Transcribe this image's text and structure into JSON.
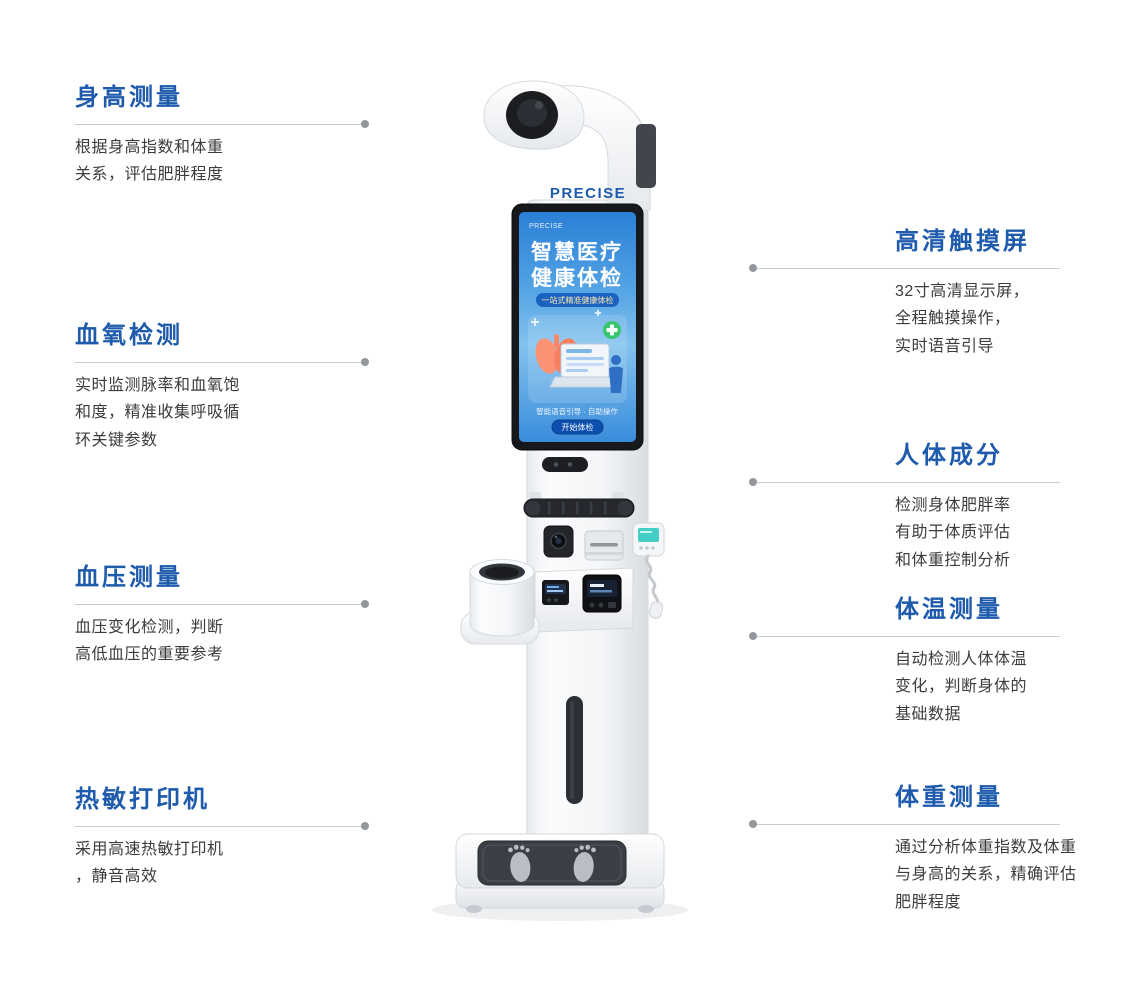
{
  "colors": {
    "accent": "#1e5bad",
    "callout_line": "#c9cbce",
    "callout_dot": "#94979c",
    "body_text": "#3c3c3c",
    "screen_blue": "#4f9fe3"
  },
  "features_left": [
    {
      "id": "height",
      "title": "身高测量",
      "desc": "根据身高指数和体重\n关系，评估肥胖程度"
    },
    {
      "id": "blood-oxygen",
      "title": "血氧检测",
      "desc": "实时监测脉率和血氧饱\n和度，精准收集呼吸循\n环关键参数"
    },
    {
      "id": "blood-pressure",
      "title": "血压测量",
      "desc": "血压变化检测，判断\n高低血压的重要参考"
    },
    {
      "id": "printer",
      "title": "热敏打印机",
      "desc": "采用高速热敏打印机\n，静音高效"
    }
  ],
  "features_right": [
    {
      "id": "touchscreen",
      "title": "高清触摸屏",
      "desc": "32寸高清显示屏，\n全程触摸操作，\n实时语音引导"
    },
    {
      "id": "body-composition",
      "title": "人体成分",
      "desc": "检测身体肥胖率\n有助于体质评估\n和体重控制分析"
    },
    {
      "id": "temperature",
      "title": "体温测量",
      "desc": "自动检测人体体温\n变化，判断身体的\n基础数据"
    },
    {
      "id": "weight",
      "title": "体重测量",
      "desc": "通过分析体重指数及体重\n与身高的关系，精确评估\n肥胖程度"
    }
  ],
  "machine": {
    "brand": "PRECISE",
    "screen": {
      "logo": "PRECISE",
      "title_line1": "智慧医疗",
      "title_line2": "健康体检",
      "banner": "一站式精准健康体检",
      "footer_note": "智能语音引导 · 自助操作",
      "footer_button": "开始体检"
    }
  }
}
